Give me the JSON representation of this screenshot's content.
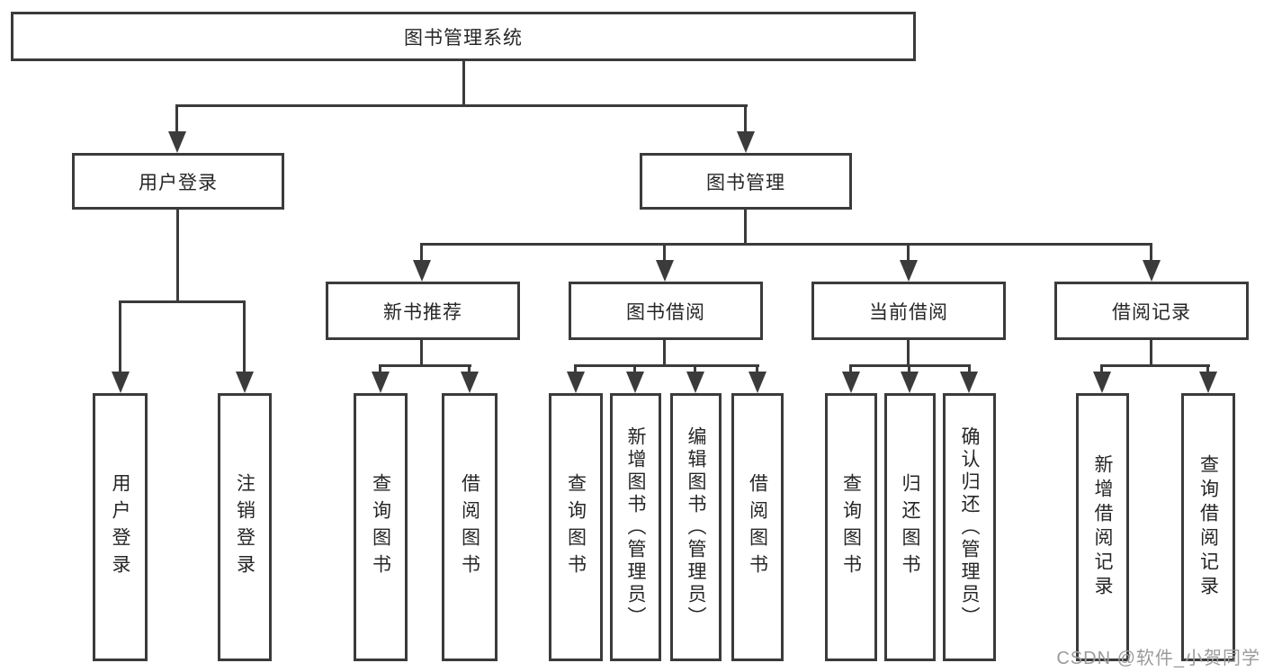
{
  "diagram": {
    "type": "hierarchy-tree",
    "root": {
      "label": "图书管理系统"
    },
    "branches": [
      {
        "label": "用户登录",
        "children": [
          {
            "label": "用户登录"
          },
          {
            "label": "注销登录"
          }
        ]
      },
      {
        "label": "图书管理",
        "children": [
          {
            "label": "新书推荐",
            "children": [
              {
                "label": "查询图书"
              },
              {
                "label": "借阅图书"
              }
            ]
          },
          {
            "label": "图书借阅",
            "children": [
              {
                "label": "查询图书"
              },
              {
                "label": "新增图书（管理员）"
              },
              {
                "label": "编辑图书（管理员）"
              },
              {
                "label": "借阅图书"
              }
            ]
          },
          {
            "label": "当前借阅",
            "children": [
              {
                "label": "查询图书"
              },
              {
                "label": "归还图书"
              },
              {
                "label": "确认归还（管理员）"
              }
            ]
          },
          {
            "label": "借阅记录",
            "children": [
              {
                "label": "新增借阅记录"
              },
              {
                "label": "查询借阅记录"
              }
            ]
          }
        ]
      }
    ]
  },
  "watermark": {
    "text": "CSDN @软件_小贺同学"
  },
  "colors": {
    "line": "#3b3b3b",
    "text": "#262626",
    "watermark": "#9b9b9b",
    "background": "#ffffff"
  }
}
